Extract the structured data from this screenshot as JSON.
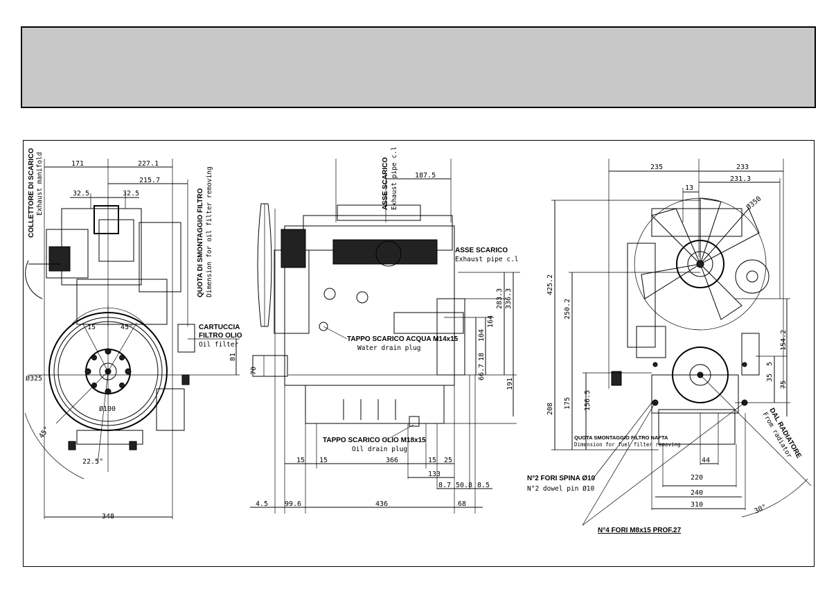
{
  "left_view": {
    "labels": {
      "exhaust_it": "COLLETTORE DI SCARICO",
      "exhaust_en": "Exhaust manifold",
      "filter_quota_it": "QUOTA DI SMONTAGGIO FILTRO",
      "filter_quota_en": "Dimension for oil filter removing",
      "cartridge_it1": "CARTUCCIA",
      "cartridge_it2": "FILTRO OLIO",
      "cartridge_en": "Oil filter"
    },
    "dims": {
      "d171": "171",
      "d227": "227.1",
      "d215": "215.7",
      "d32a": "32.5",
      "d32b": "32.5",
      "d81": "81",
      "d325": "Ø325",
      "d100": "Ø100",
      "d348": "348",
      "a15": "15",
      "a45a": "45°",
      "a45b": "45°",
      "a22": "22.5°"
    }
  },
  "middle_view": {
    "labels": {
      "exhaust_top_it": "ASSE SCARICO",
      "exhaust_top_en": "Exhaust pipe c.l",
      "exhaust_side_it": "ASSE SCARICO",
      "exhaust_side_en": "Exhaust pipe c.l",
      "water_it": "TAPPO SCARICO ACQUA M14x15",
      "water_en": "Water drain plug",
      "oil_it": "TAPPO SCARICO OLIO M18x15",
      "oil_en": "Oil drain plug"
    },
    "dims": {
      "d187": "187.5",
      "d283": "283.3",
      "d336": "336.3",
      "d164": "164",
      "d104": "104",
      "d667": "66.7",
      "d18": "18",
      "d191": "191",
      "d70": "70",
      "d15a": "15",
      "d15b": "15",
      "d366": "366",
      "d15c": "15",
      "d25": "25",
      "d133": "133",
      "d87": "8.7",
      "d508": "50.8",
      "d85": "8.5",
      "d45": "4.5",
      "d996": "99.6",
      "d436": "436",
      "d68": "68"
    }
  },
  "right_view": {
    "labels": {
      "fuel_it": "QUOTA SMONTAGGIO FILTRO NAFTA",
      "fuel_en": "Dimension for fuel filter removing",
      "radiator_it": "DAL RADIATORE",
      "radiator_en": "From radiator",
      "dowel_it": "N°2 FORI SPINA Ø10",
      "dowel_en": "N°2 dowel pin Ø10",
      "holes": "N°4 FORI M8x15 PROF.27"
    },
    "dims": {
      "d235": "235",
      "d233": "233",
      "d231": "231.3",
      "d13": "13",
      "d350": "Ø350",
      "d425": "425.2",
      "d250": "250.2",
      "d154": "154.2",
      "d35": "35",
      "d5": "5",
      "d75": "75",
      "d208": "208",
      "d175": "175",
      "d156": "156.5",
      "d44": "44",
      "d220": "220",
      "d240": "240",
      "d310": "310",
      "a30": "30°"
    }
  }
}
